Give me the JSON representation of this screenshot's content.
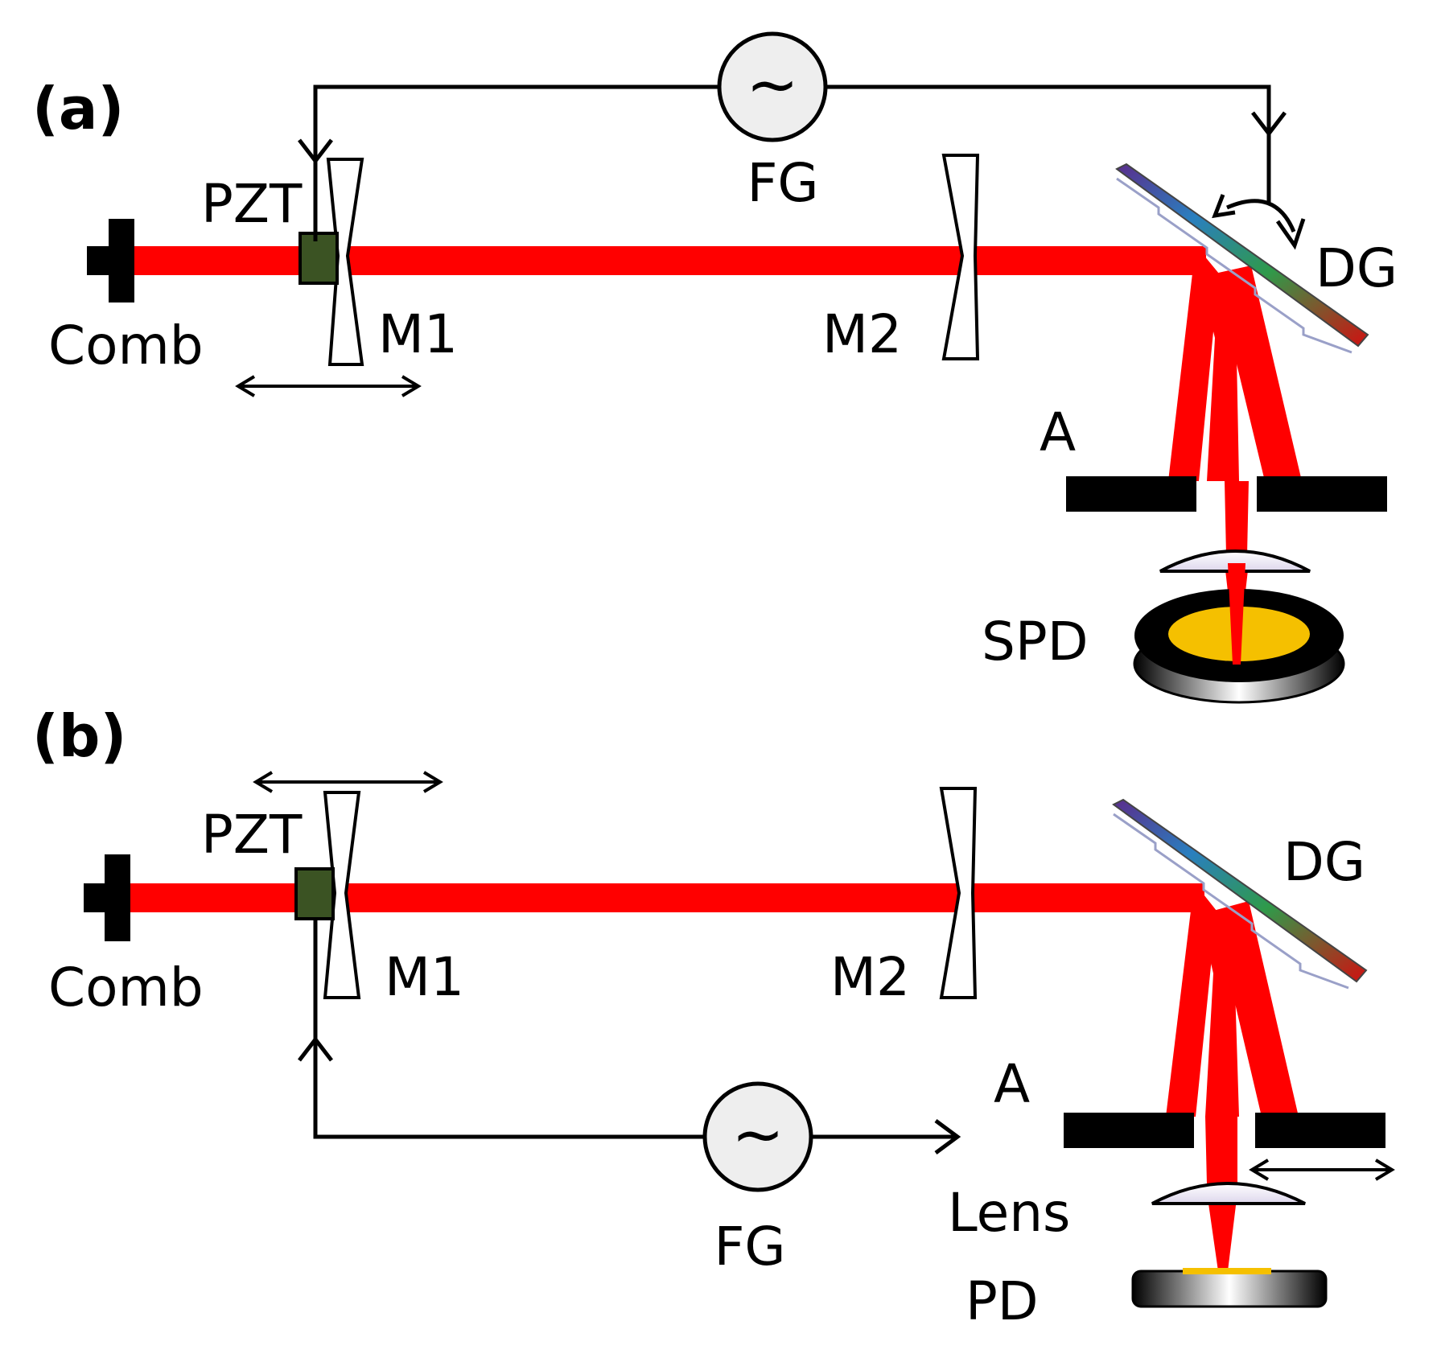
{
  "panels": [
    {
      "tag": "(a)",
      "labels": {
        "comb": "Comb",
        "pzt": "PZT",
        "m1": "M1",
        "m2": "M2",
        "fg": "FG",
        "fg_symbol": "~",
        "dg": "DG",
        "aperture": "A",
        "detector": "SPD"
      }
    },
    {
      "tag": "(b)",
      "labels": {
        "comb": "Comb",
        "pzt": "PZT",
        "m1": "M1",
        "m2": "M2",
        "fg": "FG",
        "fg_symbol": "~",
        "dg": "DG",
        "aperture": "A",
        "lens": "Lens",
        "detector": "PD"
      }
    }
  ],
  "colors": {
    "beam": "#ff0000",
    "pzt_block": "#3b5323",
    "detector_core": "#f5c000",
    "wire": "#000000",
    "grating_gradient": [
      "#5a2d8c",
      "#2a7fbf",
      "#2f9a4a",
      "#d01010"
    ]
  }
}
